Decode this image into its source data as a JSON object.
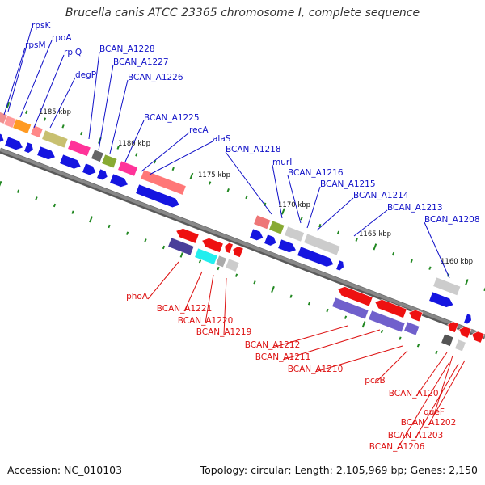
{
  "title": "Brucella canis ATCC 23365 chromosome I, complete sequence",
  "footer": {
    "accession": "Accession: NC_010103",
    "summary": "Topology: circular; Length: 2,105,969 bp; Genes: 2,150"
  },
  "colors": {
    "upper_labels": "#1010c8",
    "lower_labels": "#dd1111",
    "backbone": "#888888",
    "ticks": "#228822"
  },
  "ticks": [
    "1185 kbp",
    "1180 kbp",
    "1175 kbp",
    "1170 kbp",
    "1165 kbp",
    "1160 kbp"
  ],
  "upper_labels": [
    "rpsK",
    "rpsM",
    "rpoA",
    "rplQ",
    "degP",
    "BCAN_A1228",
    "BCAN_A1227",
    "BCAN_A1226",
    "BCAN_A1225",
    "recA",
    "alaS",
    "BCAN_A1218",
    "murI",
    "BCAN_A1216",
    "BCAN_A1215",
    "BCAN_A1214",
    "BCAN_A1213",
    "BCAN_A1208"
  ],
  "lower_labels": [
    "phoA",
    "BCAN_A1221",
    "BCAN_A1220",
    "BCAN_A1219",
    "BCAN_A1212",
    "BCAN_A1211",
    "BCAN_A1210",
    "pccB",
    "BCAN_A1207",
    "queF",
    "BCAN_A1202",
    "BCAN_A1203",
    "BCAN_A1206"
  ]
}
